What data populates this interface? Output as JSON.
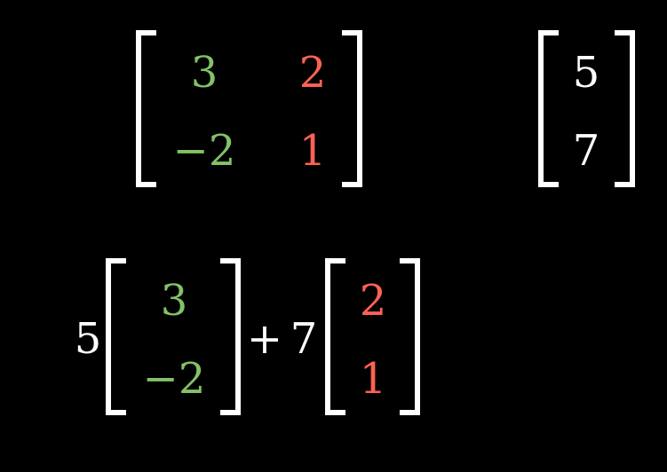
{
  "matrix": {
    "col1": {
      "top": "3",
      "bottom": "−2",
      "color": "#83c167"
    },
    "col2": {
      "top": "2",
      "bottom": "1",
      "color": "#fc6255"
    }
  },
  "vector": {
    "top": "5",
    "bottom": "7",
    "color": "#ffffff"
  },
  "combination": {
    "coef1": "5",
    "vec1": {
      "top": "3",
      "bottom": "−2",
      "color": "#83c167"
    },
    "plus": "+",
    "coef2": "7",
    "vec2": {
      "top": "2",
      "bottom": "1",
      "color": "#fc6255"
    }
  },
  "background": "#000000"
}
